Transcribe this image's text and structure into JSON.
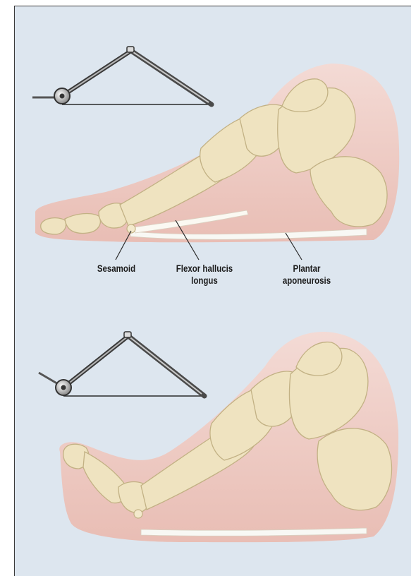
{
  "figure": {
    "labels": {
      "sesamoid": "Sesamoid",
      "flexor_line1": "Flexor hallucis",
      "flexor_line2": "longus",
      "plantar_line1": "Plantar",
      "plantar_line2": "aponeurosis"
    }
  },
  "colors": {
    "panel_background": "#dde6ef",
    "soft_tissue": "#f1c9c0",
    "bone": "#efe3c0",
    "bone_outline": "#c9b88e",
    "tendon": "#f7f7f2",
    "windlass_bar": "#4a4a4a"
  }
}
